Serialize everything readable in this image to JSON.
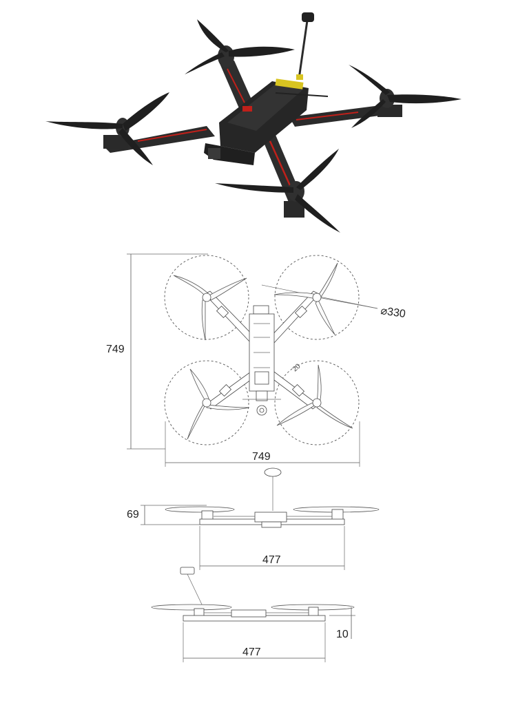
{
  "colors": {
    "render_dark": "#2a2a2a",
    "render_mid": "#3d3d3d",
    "accent_red": "#c0201a",
    "accent_yellow": "#d8c421",
    "line": "#555555"
  },
  "dimensions": {
    "top_view": {
      "height_label": "749",
      "width_label": "749",
      "prop_diameter_label": "⌀330",
      "small_label": "20"
    },
    "front_view": {
      "height_label": "69",
      "width_label": "477"
    },
    "side_view": {
      "offset_label": "10",
      "width_label": "477"
    }
  }
}
